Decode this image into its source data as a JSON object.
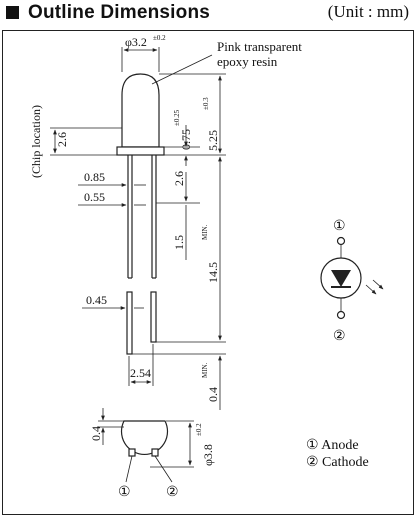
{
  "header": {
    "title": "Outline Dimensions",
    "unit": "(Unit : mm)"
  },
  "labels": {
    "lens_dia": "φ3.2",
    "lens_dia_tol": "±0.2",
    "material_line1": "Pink transparent",
    "material_line2": "epoxy resin",
    "chip_location": "(Chip location)",
    "chip_height": "2.6",
    "lead_base": "0.85",
    "lead_dim": "0.55",
    "lead_width": "0.45",
    "pitch": "2.54",
    "standoff": "0.75",
    "standoff_tol": "±0.25",
    "body_height": "5.25",
    "body_height_tol": "±0.3",
    "lower_height": "2.6",
    "mid_dim": "1.5",
    "lead_length": "14.5",
    "lead_length_sup": "MIN.",
    "cut_len": "0.4",
    "cut_len_sup": "MIN.",
    "flat": "0.4",
    "base_dia": "φ3.8",
    "base_dia_tol": "±0.2",
    "pin1": "①",
    "pin2": "②",
    "legend_anode": "① Anode",
    "legend_cathode": "② Cathode"
  },
  "colors": {
    "line": "#222222",
    "background": "#ffffff"
  }
}
